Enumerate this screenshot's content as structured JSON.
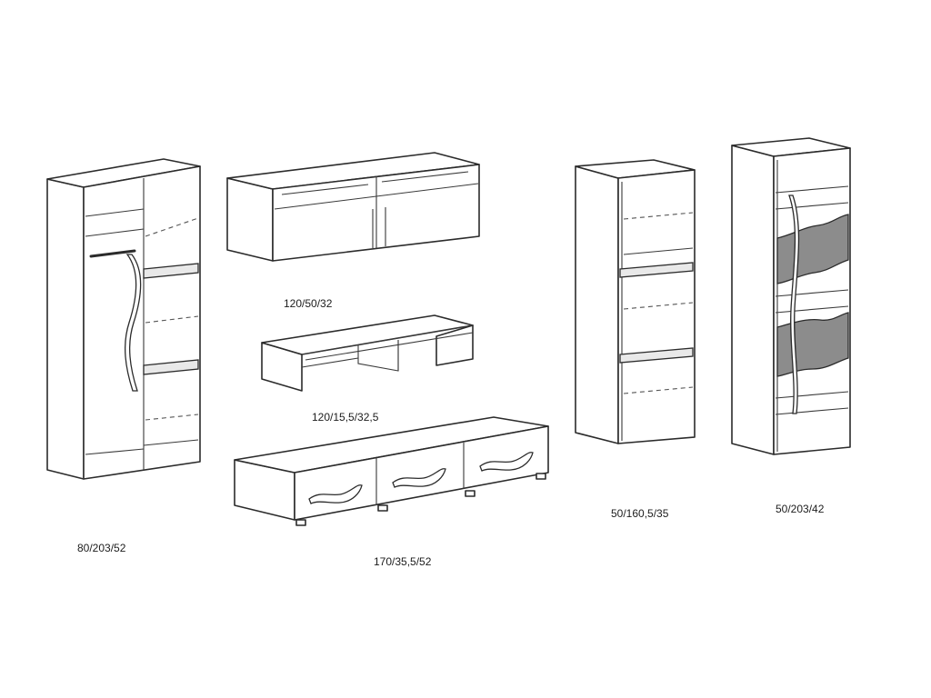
{
  "units": [
    {
      "id": "wardrobe",
      "dimensions": "80/203/52"
    },
    {
      "id": "wall-cabinet",
      "dimensions": "120/50/32"
    },
    {
      "id": "low-shelf",
      "dimensions": "120/15,5/32,5"
    },
    {
      "id": "tv-stand",
      "dimensions": "170/35,5/52"
    },
    {
      "id": "bookcase",
      "dimensions": "50/160,5/35"
    },
    {
      "id": "display-cabinet",
      "dimensions": "50/203/42"
    }
  ],
  "colors": {
    "line": "#2b2b2b",
    "glass": "#8c8c8c",
    "background": "#ffffff"
  }
}
